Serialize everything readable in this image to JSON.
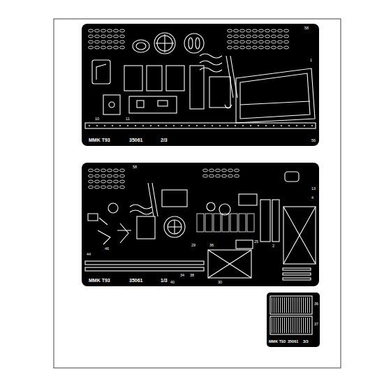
{
  "diagram": {
    "nodes": [
      {
        "text": [
          "MMK T93",
          "35061",
          "2/3"
        ]
      },
      {
        "text": [
          "MMK T93",
          "35061",
          "1/3"
        ]
      },
      {
        "text": [
          "MMK T93",
          "35061",
          "3/3"
        ]
      }
    ],
    "labels": [
      "1",
      "58",
      "56",
      "10",
      "11",
      "58",
      "44",
      "46",
      "36",
      "38",
      "25",
      "30",
      "29",
      "13",
      "4",
      "2",
      "34",
      "40",
      "36",
      "37"
    ]
  }
}
